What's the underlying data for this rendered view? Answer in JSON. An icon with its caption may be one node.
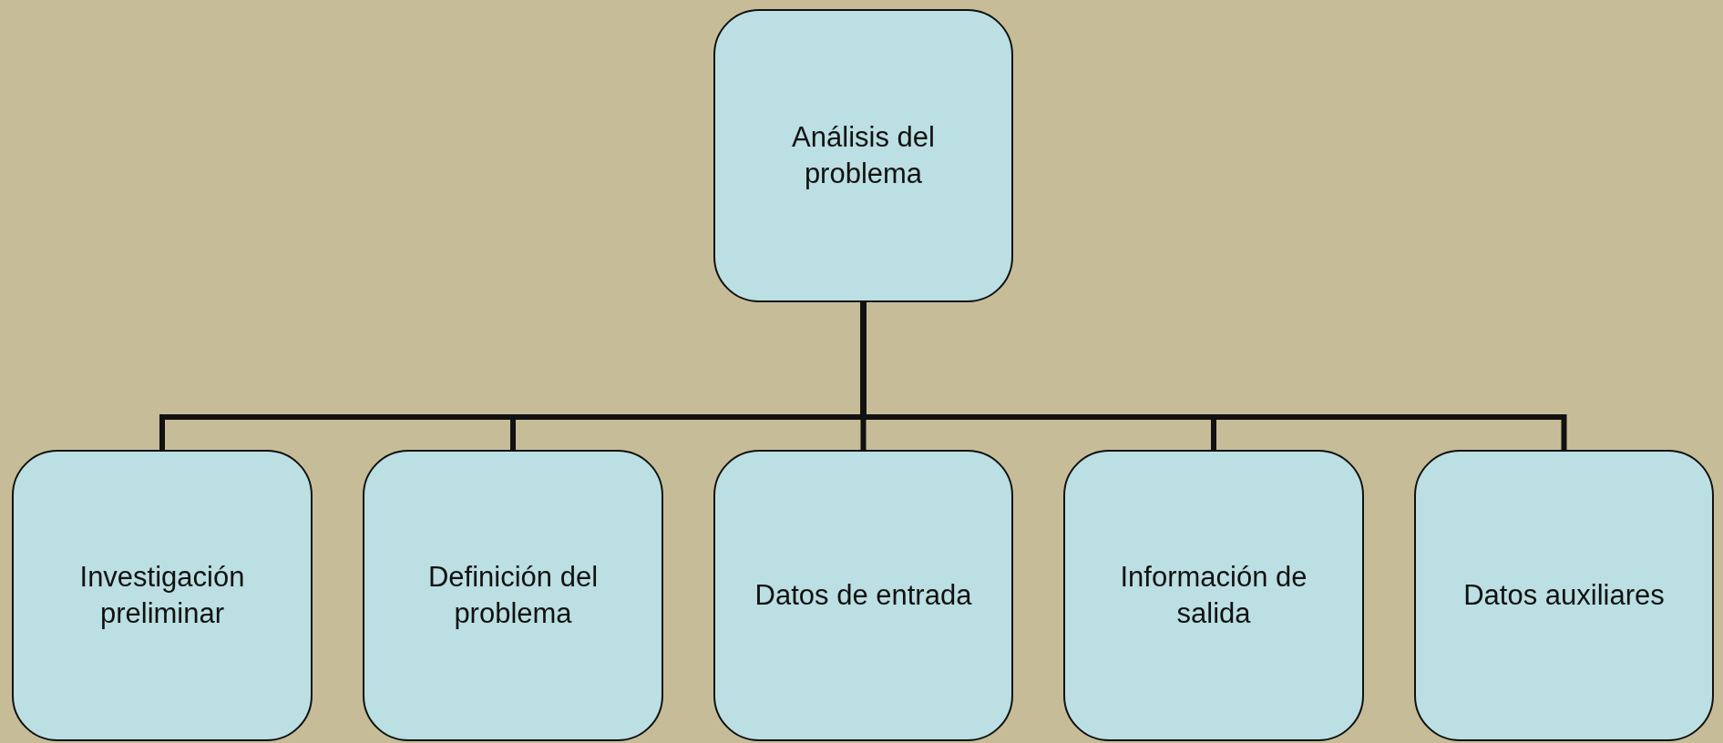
{
  "diagram": {
    "nodes": [
      {
        "text": [
          "Análisis del problema"
        ]
      },
      {
        "text": [
          "Investigación preliminar"
        ]
      },
      {
        "text": [
          "Definición del problema"
        ]
      },
      {
        "text": [
          "Datos de entrada"
        ]
      },
      {
        "text": [
          "Información de salida"
        ]
      },
      {
        "text": [
          "Datos auxiliares"
        ]
      }
    ],
    "edges": [
      {
        "from": 0,
        "to": 1,
        "arrow": "none"
      },
      {
        "from": 0,
        "to": 2,
        "arrow": "none"
      },
      {
        "from": 0,
        "to": 3,
        "arrow": "none"
      },
      {
        "from": 0,
        "to": 4,
        "arrow": "none"
      },
      {
        "from": 0,
        "to": 5,
        "arrow": "none"
      }
    ]
  }
}
